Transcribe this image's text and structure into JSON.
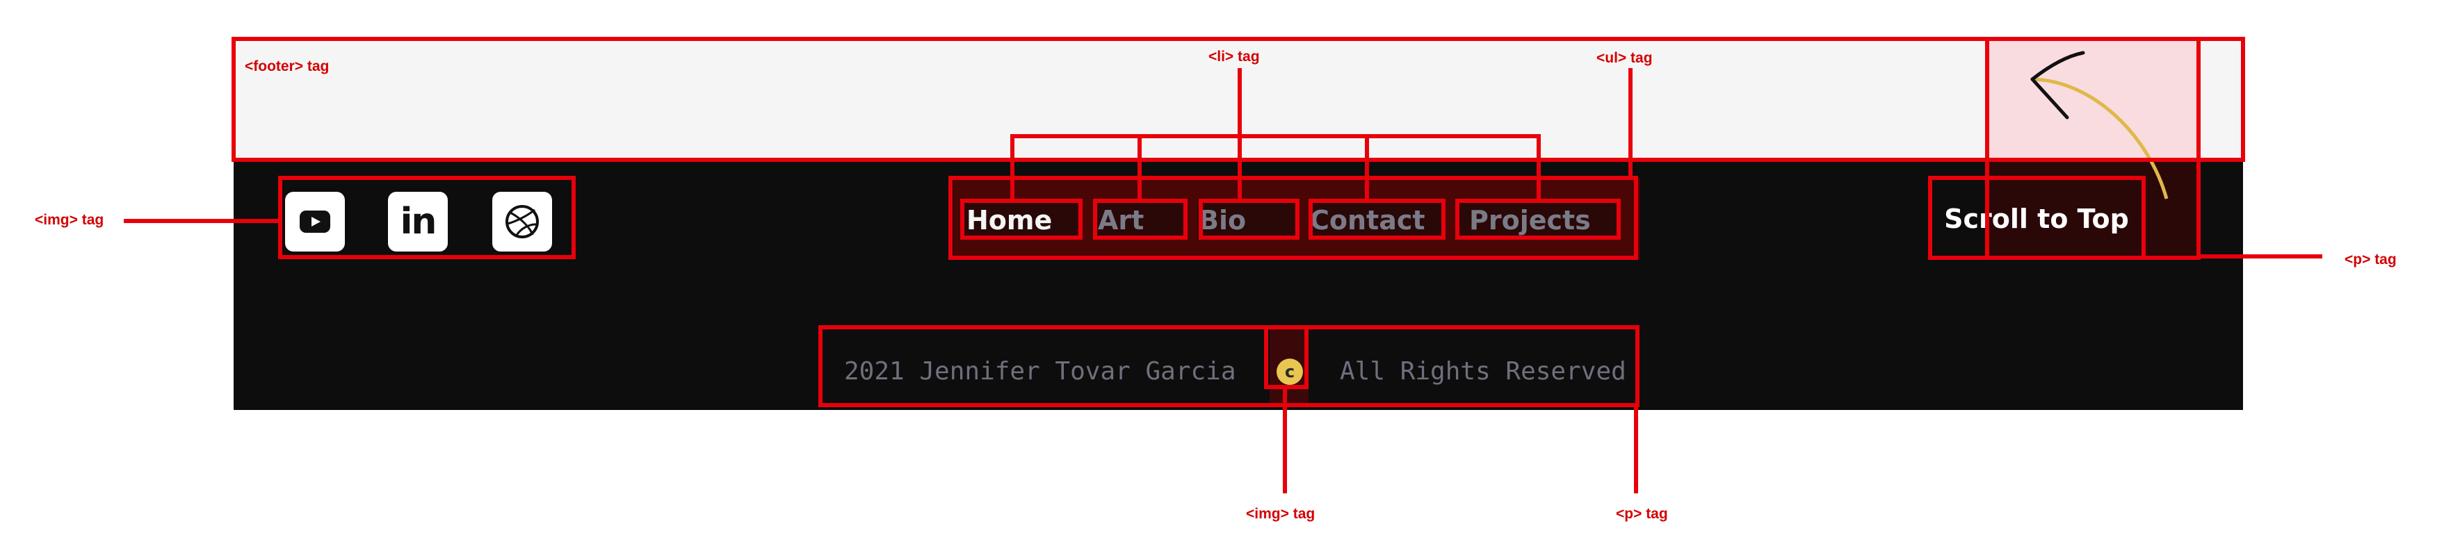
{
  "annotations": {
    "footer": "<footer> tag",
    "li": "<li> tag",
    "ul": "<ul> tag",
    "img_left": "<img> tag",
    "p_right": "<p> tag",
    "img_bottom": "<img> tag",
    "p_bottom": "<p> tag"
  },
  "social_icons": [
    {
      "name": "youtube-icon",
      "glyph": "▶"
    },
    {
      "name": "linkedin-icon",
      "glyph": "in"
    },
    {
      "name": "dribbble-icon",
      "glyph": "◎"
    }
  ],
  "nav": {
    "items": [
      {
        "label": "Home",
        "active": true
      },
      {
        "label": "Art",
        "active": false
      },
      {
        "label": "Bio",
        "active": false
      },
      {
        "label": "Contact",
        "active": false
      },
      {
        "label": "Projects",
        "active": false
      }
    ]
  },
  "scroll": {
    "label": "Scroll to Top"
  },
  "copyright": {
    "left": "2021 Jennifer Tovar Garcia",
    "symbol": "c",
    "right": "All Rights Reserved"
  },
  "colors": {
    "annotation": "#e8000b",
    "footer_dark": "#0d0d0d",
    "footer_light": "#f6f5f5",
    "nav_inactive": "#7b7b88",
    "copyright_badge": "#e8c651",
    "arrow_curve": "#e0b84a"
  }
}
